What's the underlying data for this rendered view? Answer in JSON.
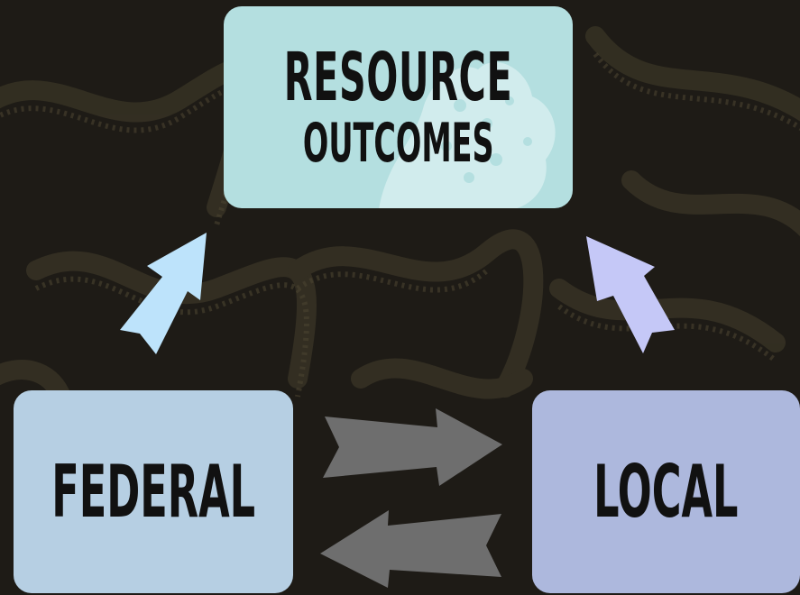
{
  "diagram": {
    "top_box": {
      "line1": "RESOURCE",
      "line2": "OUTCOMES"
    },
    "left_box": {
      "label": "Federal"
    },
    "right_box": {
      "label": "Local"
    }
  },
  "colors": {
    "top_box": "#b4dfe0",
    "left_box": "#b6cfe3",
    "right_box": "#adb8dd",
    "arrow_left_up": "#bde3fb",
    "arrow_right_up": "#c5c8f7",
    "arrow_horizontal": "#6e6e6e"
  }
}
